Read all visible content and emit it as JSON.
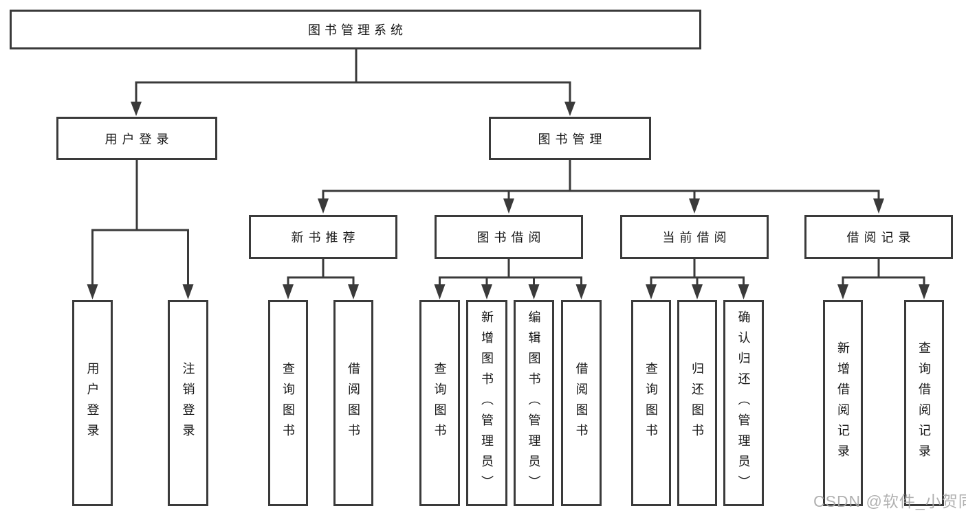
{
  "diagram": {
    "root": {
      "label": "图书管理系统"
    },
    "branches": [
      {
        "label": "用户登录",
        "children": [
          {
            "label": "用户登录"
          },
          {
            "label": "注销登录"
          }
        ]
      },
      {
        "label": "图书管理",
        "sections": [
          {
            "label": "新书推荐",
            "children": [
              {
                "label": "查询图书"
              },
              {
                "label": "借阅图书"
              }
            ]
          },
          {
            "label": "图书借阅",
            "children": [
              {
                "label": "查询图书"
              },
              {
                "label": "新增图书（管理员）"
              },
              {
                "label": "编辑图书（管理员）"
              },
              {
                "label": "借阅图书"
              }
            ]
          },
          {
            "label": "当前借阅",
            "children": [
              {
                "label": "查询图书"
              },
              {
                "label": "归还图书"
              },
              {
                "label": "确认归还（管理员）"
              }
            ]
          },
          {
            "label": "借阅记录",
            "children": [
              {
                "label": "新增借阅记录"
              },
              {
                "label": "查询借阅记录"
              }
            ]
          }
        ]
      }
    ]
  },
  "watermark": {
    "text": "CSDN @软件_小贺同学"
  },
  "colors": {
    "line": "#3a3a3a",
    "box_border": "#3a3a3a",
    "box_fill": "#ffffff",
    "text": "#161616",
    "watermark": "#a7a7a7",
    "background": "#ffffff"
  }
}
